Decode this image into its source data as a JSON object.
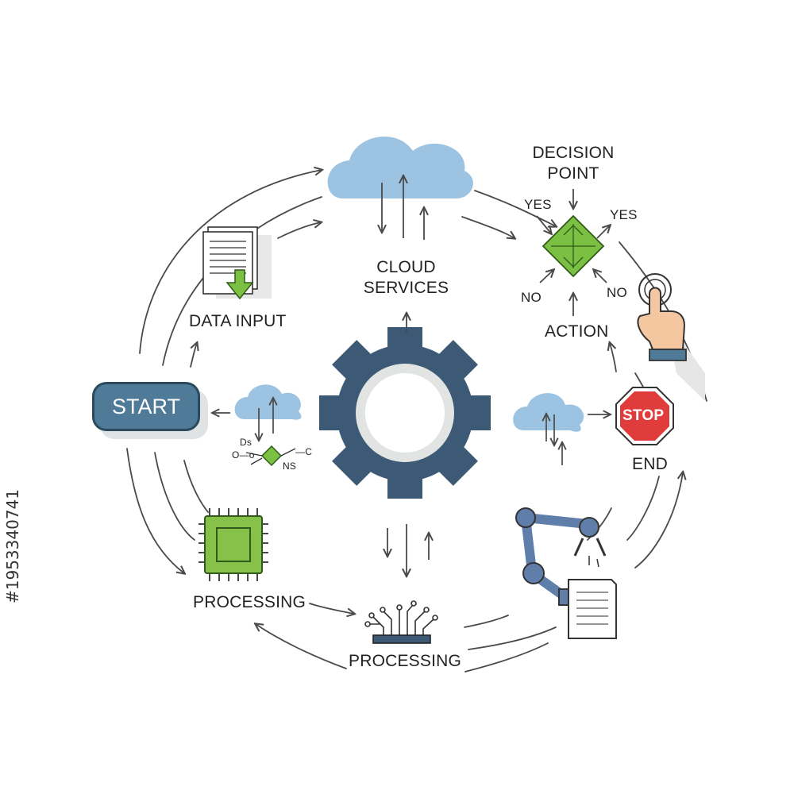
{
  "labels": {
    "start": "START",
    "data_input": "DATA INPUT",
    "cloud_services_1": "CLOUD",
    "cloud_services_2": "SERVICES",
    "decision_point_1": "DECISION",
    "decision_point_2": "POINT",
    "yes_left": "YES",
    "yes_right": "YES",
    "no_left": "NO",
    "no_right": "NO",
    "action": "ACTION",
    "stop": "STOP",
    "end": "END",
    "processing_left": "PROCESSING",
    "processing_bottom": "PROCESSING",
    "chem_ds": "Ds",
    "chem_oo": "O—o",
    "chem_s": "—C",
    "chem_ns": "NS"
  },
  "watermark": "#1953340741",
  "colors": {
    "gear": "#3c5a75",
    "gear_ring": "#e2e3e3",
    "cloud": "#9cc4e2",
    "chip_green": "#86c24a",
    "diamond_green": "#7cc043",
    "stop_red": "#e03c3c",
    "start_blue": "#4f7b99",
    "robot_blue": "#5f7faa",
    "arrow": "#4a4a4a"
  },
  "icons": [
    "gear-icon",
    "cloud-icon",
    "document-icon",
    "decision-diamond-icon",
    "hand-pointer-icon",
    "stop-sign-icon",
    "robot-arm-icon",
    "chip-icon",
    "circuit-icon"
  ]
}
